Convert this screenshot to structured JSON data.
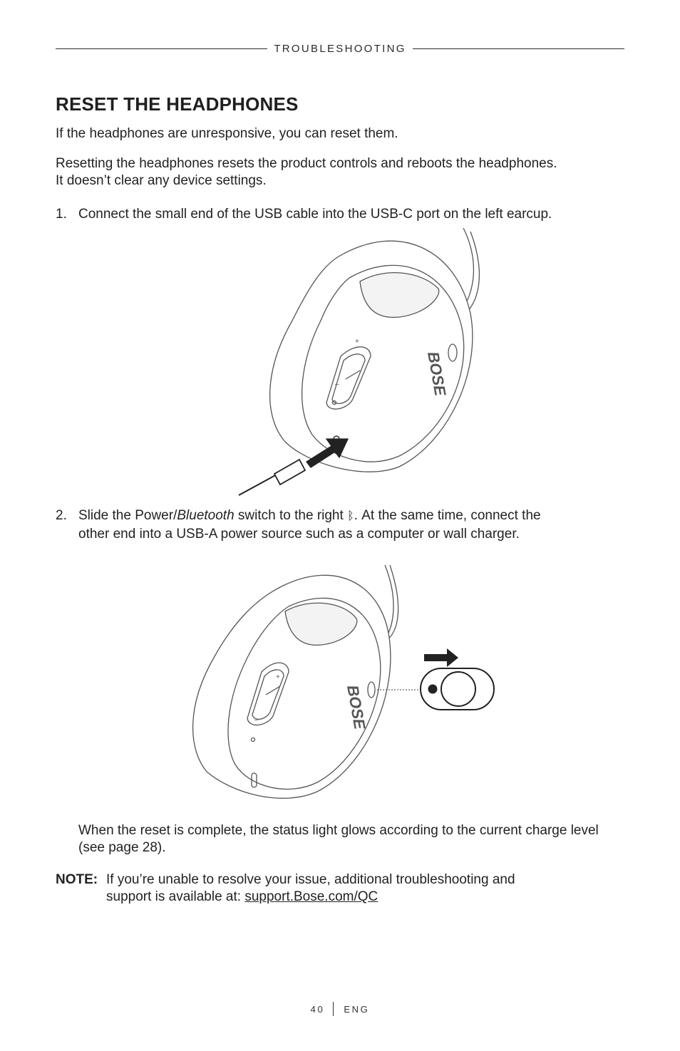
{
  "header": {
    "section": "TROUBLESHOOTING"
  },
  "title": "RESET THE HEADPHONES",
  "intro": [
    "If the headphones are unresponsive, you can reset them.",
    "Resetting the headphones resets the product controls and reboots the headphones.",
    "It doesn’t clear any device settings."
  ],
  "steps": [
    {
      "num": "1.",
      "text": "Connect the small end of the USB cable into the USB-C port on the left earcup."
    },
    {
      "num": "2.",
      "text_a": "Slide the Power/",
      "text_em": "Bluetooth",
      "text_b": " switch to the right ",
      "bt_symbol": "ᛒ",
      "text_c": ". At the same time, connect the",
      "text_d": "other end into a USB-A power source such as a computer or wall charger."
    }
  ],
  "illustrations": {
    "brand_mark": "BOSE",
    "control_plus": "+",
    "control_minus": "–"
  },
  "result": "When the reset is complete, the status light glows according to the current charge level (see page 28).",
  "note": {
    "label": "NOTE:",
    "text": "If you’re unable to resolve your issue, additional troubleshooting and",
    "text2": "support is available at: ",
    "link": "support.Bose.com/QC"
  },
  "footer": {
    "page": "40",
    "lang": "ENG"
  }
}
